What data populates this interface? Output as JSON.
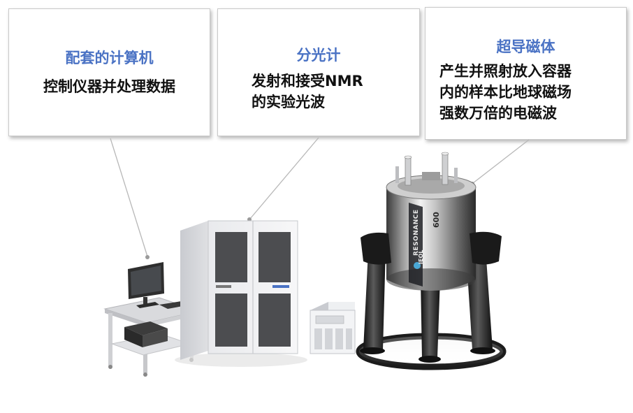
{
  "callouts": {
    "computer": {
      "title": "配套的计算机",
      "desc": "控制仪器并处理数据"
    },
    "spectrometer": {
      "title": "分光计",
      "desc_line1": "发射和接受NMR",
      "desc_line2": "的实验光波"
    },
    "magnet": {
      "title": "超导磁体",
      "desc_line1": "产生并照射放入容器",
      "desc_line2": "内的样本比地球磁场",
      "desc_line3": "强数万倍的电磁波"
    }
  },
  "equipment": {
    "magnet_brand": "JEOL",
    "magnet_model": "RESONANCE",
    "magnet_number": "600"
  },
  "colors": {
    "title_blue": "#4a72c4",
    "leader_gray": "#b8b8b8"
  }
}
